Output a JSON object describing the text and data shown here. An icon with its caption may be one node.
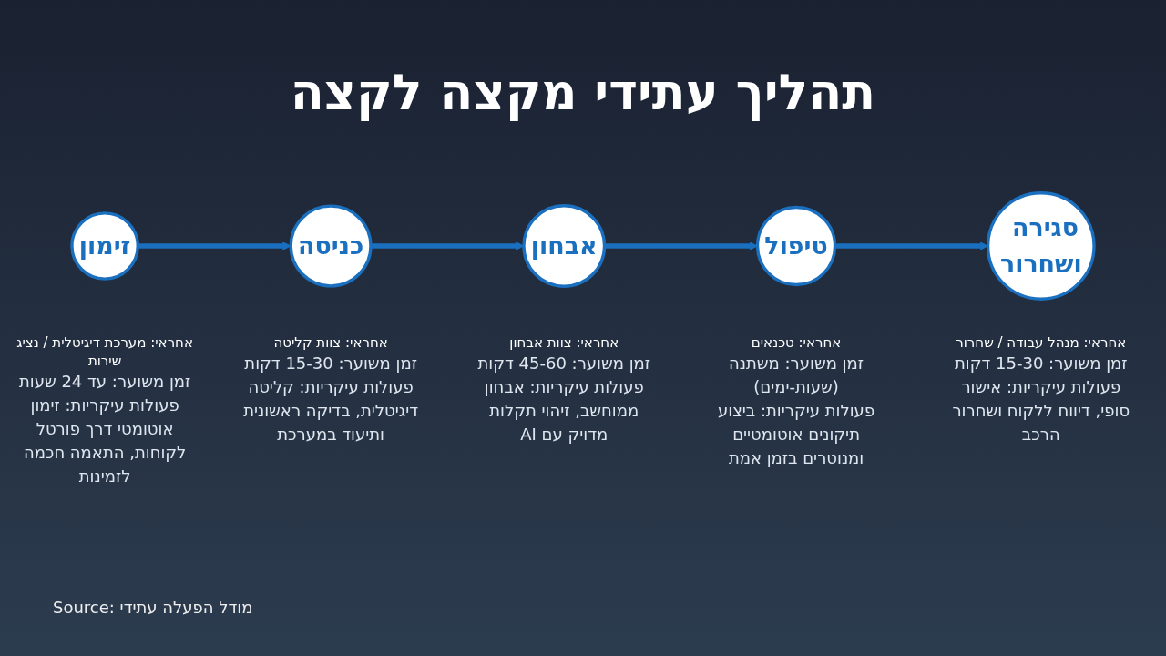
{
  "diagram": {
    "title": "תהליך עתידי מקצה לקצה",
    "caption": "Source: מודל הפעלה עתידי",
    "nodes": [
      {
        "text": [
          "זימון"
        ],
        "beside": [
          "אחראי: מערכת דיגיטלית / נציג שירות",
          "זמן משוער: עד 24 שעות",
          "פעולות עיקריות: זימון אוטומטי דרך פורטל לקוחות, התאמה חכמה לזמינות"
        ]
      },
      {
        "text": [
          "כניסה"
        ],
        "beside": [
          "אחראי: צוות קליטה",
          "זמן משוער: 15-30 דקות",
          "פעולות עיקריות: קליטה דיגיטלית, בדיקה ראשונית ותיעוד במערכת"
        ]
      },
      {
        "text": [
          "אבחון"
        ],
        "beside": [
          "אחראי: צוות אבחון",
          "זמן משוער: 45-60 דקות",
          "פעולות עיקריות: אבחון ממוחשב, זיהוי תקלות מדויק עם AI"
        ]
      },
      {
        "text": [
          "טיפול"
        ],
        "beside": [
          "אחראי: טכנאים",
          "זמן משוער: משתנה (שעות-ימים)",
          "פעולות עיקריות: ביצוע תיקונים אוטומטיים ומנוטרים בזמן אמת"
        ]
      },
      {
        "text": [
          "סגירה ושחרור"
        ],
        "beside": [
          "אחראי: מנהל עבודה / שחרור",
          "זמן משוער: 15-30 דקות",
          "פעולות עיקריות: אישור סופי, דיווח ללקוח ושחרור הרכב"
        ]
      }
    ],
    "edges": [
      {
        "from": 0,
        "to": 1,
        "arrow": "to"
      },
      {
        "from": 1,
        "to": 2,
        "arrow": "to"
      },
      {
        "from": 2,
        "to": 3,
        "arrow": "to"
      },
      {
        "from": 3,
        "to": 4,
        "arrow": "to"
      }
    ]
  }
}
